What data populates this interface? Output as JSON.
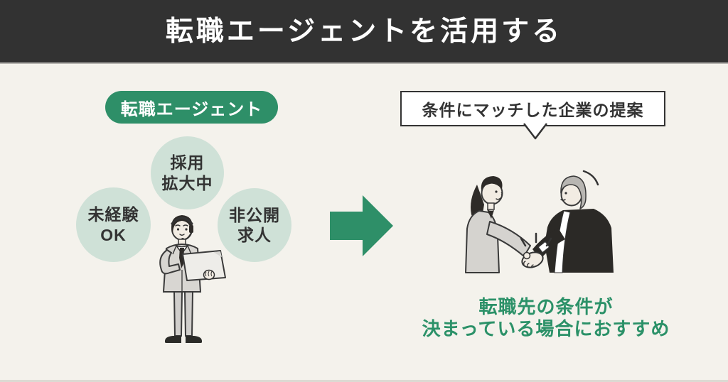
{
  "colors": {
    "header_bg": "#323232",
    "background": "#f4f2ec",
    "brand_green": "#2e8f68",
    "bubble_green": "#cfe1d7",
    "caption_green": "#2b9168",
    "text_dark": "#333333",
    "white": "#ffffff"
  },
  "header": {
    "title": "転職エージェントを活用する"
  },
  "left_panel": {
    "label": "転職エージェント",
    "bubbles": [
      {
        "id": "recruit-expanding",
        "lines": [
          "採用",
          "拡大中"
        ]
      },
      {
        "id": "no-experience-ok",
        "lines": [
          "未経験",
          "OK"
        ]
      },
      {
        "id": "private-openings",
        "lines": [
          "非公開",
          "求人"
        ]
      }
    ],
    "illustration": "agent-with-headset-and-laptop"
  },
  "arrow": {
    "icon": "arrow-right-icon",
    "color": "#2e8f68"
  },
  "right_panel": {
    "callout": "条件にマッチした企業の提案",
    "illustration": "two-people-handshake",
    "caption_lines": [
      "転職先の条件が",
      "決まっている場合におすすめ"
    ]
  }
}
